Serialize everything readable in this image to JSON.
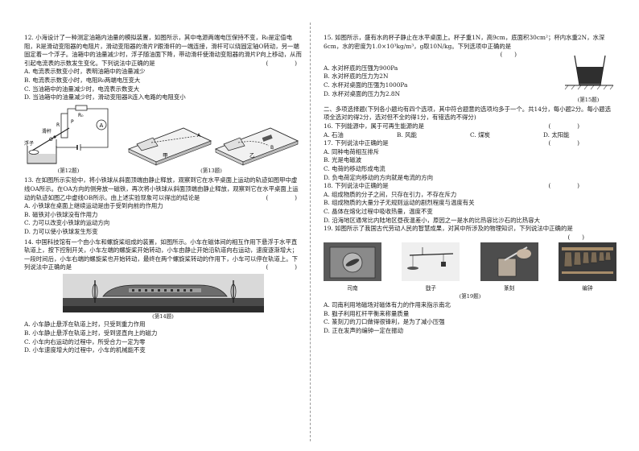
{
  "divider_color": "#9a9a9a",
  "bracket": "(　　)",
  "q12": {
    "stem": "12. 小海设计了一种测定油箱内油量的模拟装置，如图所示，其中电源两端电压保持不变，R₀是定值电阻，R是滑动变阻器的电阻片，滑动变阻器的滑片P跟滑杆的一端连接，滑杆可以绕固定轴O转动，另一端固定着一个浮子。油箱中的油量减少时，浮子随油面下降，带动滑杆使滑动变阻器的滑片P向上移动，从而引起电流表的示数发生变化。下列说法中正确的是",
    "options": [
      "A. 电流表示数变小时，表明油箱中的油量减少",
      "B. 电流表示数变小时，电阻R₀两端电压变大",
      "C. 当油箱中的油量减少时，电流表示数变大",
      "D. 当油箱中的油量减少时，滑动变阻器R连入电路的电阻变小"
    ],
    "caption": "(第12题)",
    "labels": {
      "slider": "滑杆",
      "float": "浮子",
      "R0": "R₀",
      "R": "R",
      "P": "P",
      "O": "O",
      "A": "A"
    }
  },
  "q13": {
    "stem": "13. 在如图所示实验中，将小铁球从斜面顶端由静止释放，观察到它在水平桌面上运动的轨迹如图甲中虚线OA所示。在OA方向的侧旁放一磁铁，再次将小铁球从斜面顶端由静止释放，观察到它在水平桌面上运动的轨迹如图乙中虚线OB所示。由上述实验现象可以得出的结论是",
    "options": [
      "A. 小铁球在桌面上继续运动是由于受到向前的作用力",
      "B. 磁铁对小铁球没有作用力",
      "C. 力可以改变小铁球的运动方向",
      "D. 力可以使小铁球发生形变"
    ],
    "caption": "(第13题)",
    "labels": {
      "jia": "甲",
      "yi": "乙",
      "A": "A",
      "B": "B"
    }
  },
  "q14": {
    "stem": "14. 中国科技馆有一个由小车和螺旋桨组成的装置，如图所示。小车在磁体间的相互作用下悬浮于水平直轨道上，按下控制开关，小车左端的螺旋桨开始转动，小车由静止开始沿轨道向右运动，速度逐渐增大；一段时间后，小车右端的螺旋桨也开始转动，最终在两个螺旋桨转动的作用下，小车可以停在轨道上。下列说法中正确的是",
    "options": [
      "A. 小车静止悬浮在轨道上时，只受到重力作用",
      "B. 小车静止悬浮在轨道上时，受到竖直向上的磁力",
      "C. 小车向右运动的过程中，所受合力一定为零",
      "D. 小车速度增大的过程中，小车的机械能不变"
    ],
    "caption": "(第14题)"
  },
  "q15": {
    "stem": "15. 如图所示，盛有水的杯子静止在水平桌面上。杯子重1N，高9cm，底面积30cm²；杯内水重2N，水深6cm，水的密度为1.0×10³kg/m³，g取10N/kg。下列选项中正确的是",
    "options": [
      "A. 水对杯底的压强为900Pa",
      "B. 水对杯底的压力为2N",
      "C. 水杯对桌面的压强为1000Pa",
      "D. 水杯对桌面的压力为2.8N"
    ],
    "caption": "(第15题)"
  },
  "section2": "二、多项选择题(下列各小题均有四个选项，其中符合题意的选项均多于一个。共14分，每小题2分。每小题选项全选对的得2分，选对但不全的得1分，有错选的不得分)",
  "q16": {
    "stem": "16. 下列能源中，属于可再生能源的是",
    "options": [
      "A. 石油",
      "B. 风能",
      "C. 煤炭",
      "D. 太阳能"
    ]
  },
  "q17": {
    "stem": "17. 下列说法中正确的是",
    "options": [
      "A. 同种电荷相互排斥",
      "B. 光是电磁波",
      "C. 电荷的移动形成电流",
      "D. 负电荷定向移动的方向就是电流的方向"
    ]
  },
  "q18": {
    "stem": "18. 下列说法中正确的是",
    "options": [
      "A. 组成物质的分子之间，只存在引力，不存在斥力",
      "B. 组成物质的大量分子无规则运动的剧烈程度与温度有关",
      "C. 晶体在熔化过程中吸收热量，温度不变",
      "D. 沿海地区通常比内陆地区昼夜温差小，原因之一是水的比热容比沙石的比热容大"
    ]
  },
  "q19": {
    "stem": "19. 如图所示了我国古代劳动人民的智慧成果，对其中所涉及的物理知识，下列说法中正确的是",
    "images": [
      "司南",
      "戥子",
      "篆刻",
      "编钟"
    ],
    "caption": "(第19题)",
    "options": [
      "A. 司南利用地磁场对磁体有力的作用来指示南北",
      "B. 戥子利用杠杆平衡来称量质量",
      "C. 篆刻刀的刀口做得很锋利，是为了减小压强",
      "D. 正在发声的编钟一定在振动"
    ]
  }
}
